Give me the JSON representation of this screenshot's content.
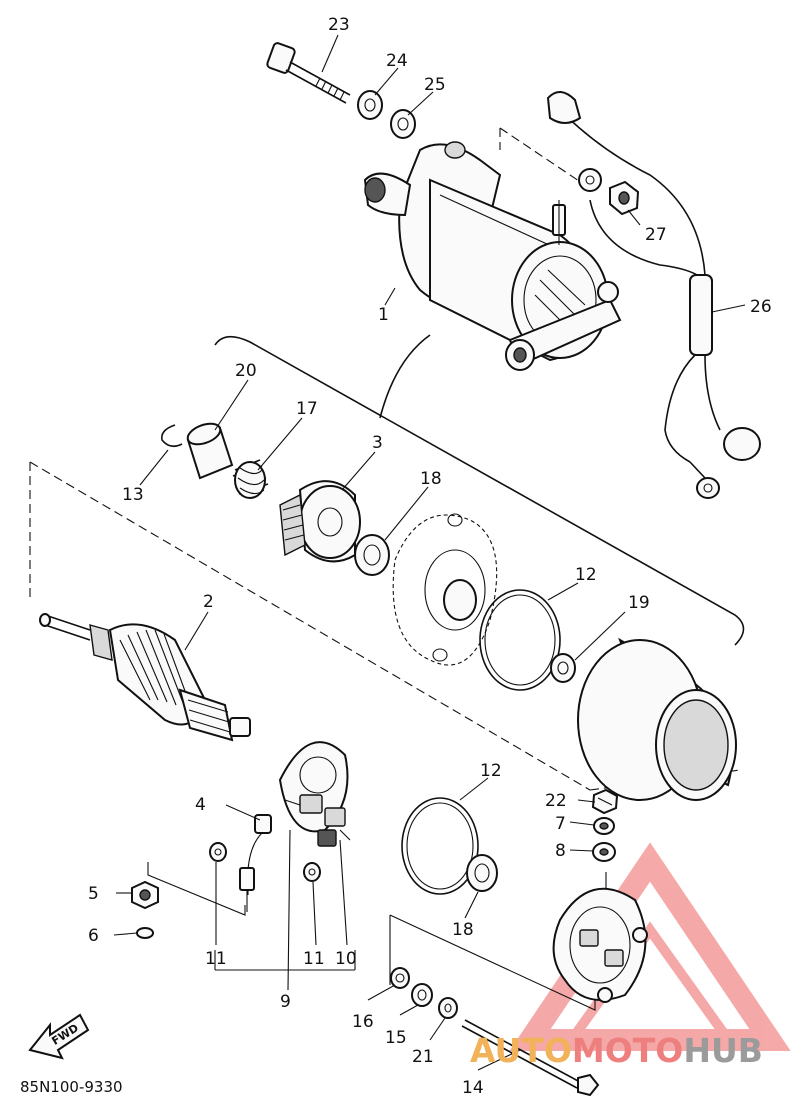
{
  "diagram_code": "85N100-9330",
  "fwd_label": "FWD",
  "watermark": {
    "part1": "AUTO",
    "part2": "MOTO",
    "part3": "HUB"
  },
  "callouts": {
    "c1": "1",
    "c2": "2",
    "c3": "3",
    "c4": "4",
    "c5": "5",
    "c6": "6",
    "c7": "7",
    "c8": "8",
    "c9": "9",
    "c10": "10",
    "c11a": "11",
    "c11b": "11",
    "c12a": "12",
    "c12b": "12",
    "c13": "13",
    "c14": "14",
    "c15": "15",
    "c16": "16",
    "c17": "17",
    "c18a": "18",
    "c18b": "18",
    "c19": "19",
    "c20": "20",
    "c21": "21",
    "c22": "22",
    "c23": "23",
    "c24": "24",
    "c25": "25",
    "c26": "26",
    "c27": "27"
  }
}
